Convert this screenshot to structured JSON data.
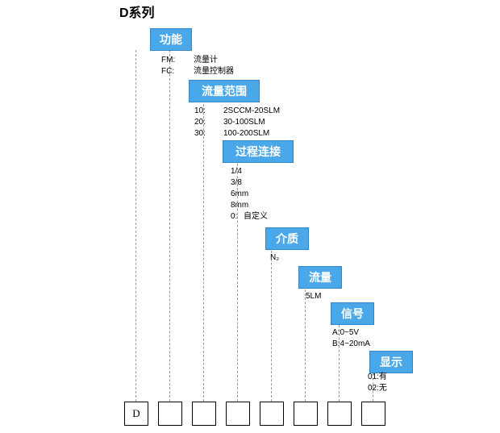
{
  "title": "D系列",
  "colors": {
    "box_fill": "#4aa8e8",
    "box_border": "#2f86c6",
    "box_text": "#ffffff",
    "dash_line": "#9a9a9a",
    "text": "#000000"
  },
  "categories": [
    {
      "id": "function",
      "label": "功能",
      "options": [
        {
          "code": "FM:",
          "desc": "流量计"
        },
        {
          "code": "FC:",
          "desc": "流量控制器"
        }
      ]
    },
    {
      "id": "flow-range",
      "label": "流量范围",
      "options": [
        {
          "code": "10:",
          "desc": "2SCCM-20SLM"
        },
        {
          "code": "20:",
          "desc": "30-100SLM"
        },
        {
          "code": "30:",
          "desc": "100-200SLM"
        }
      ]
    },
    {
      "id": "process-connection",
      "label": "过程连接",
      "options": [
        {
          "code": "1/4",
          "desc": ""
        },
        {
          "code": "3/8",
          "desc": ""
        },
        {
          "code": "6mm",
          "desc": ""
        },
        {
          "code": "8mm",
          "desc": ""
        },
        {
          "code": "0:",
          "desc": "自定义"
        }
      ]
    },
    {
      "id": "medium",
      "label": "介质",
      "options": [
        {
          "code": "N₂",
          "desc": ""
        }
      ]
    },
    {
      "id": "flow",
      "label": "流量",
      "options": [
        {
          "code": "5LM",
          "desc": ""
        }
      ]
    },
    {
      "id": "signal",
      "label": "信号",
      "options": [
        {
          "code": "A:0~5V",
          "desc": ""
        },
        {
          "code": "B:4~20mA",
          "desc": ""
        }
      ]
    },
    {
      "id": "display",
      "label": "显示",
      "options": [
        {
          "code": "01:有",
          "desc": ""
        },
        {
          "code": "02:无",
          "desc": ""
        }
      ]
    }
  ],
  "code_boxes": [
    {
      "value": "D"
    },
    {
      "value": ""
    },
    {
      "value": ""
    },
    {
      "value": ""
    },
    {
      "value": ""
    },
    {
      "value": ""
    },
    {
      "value": ""
    },
    {
      "value": ""
    }
  ]
}
